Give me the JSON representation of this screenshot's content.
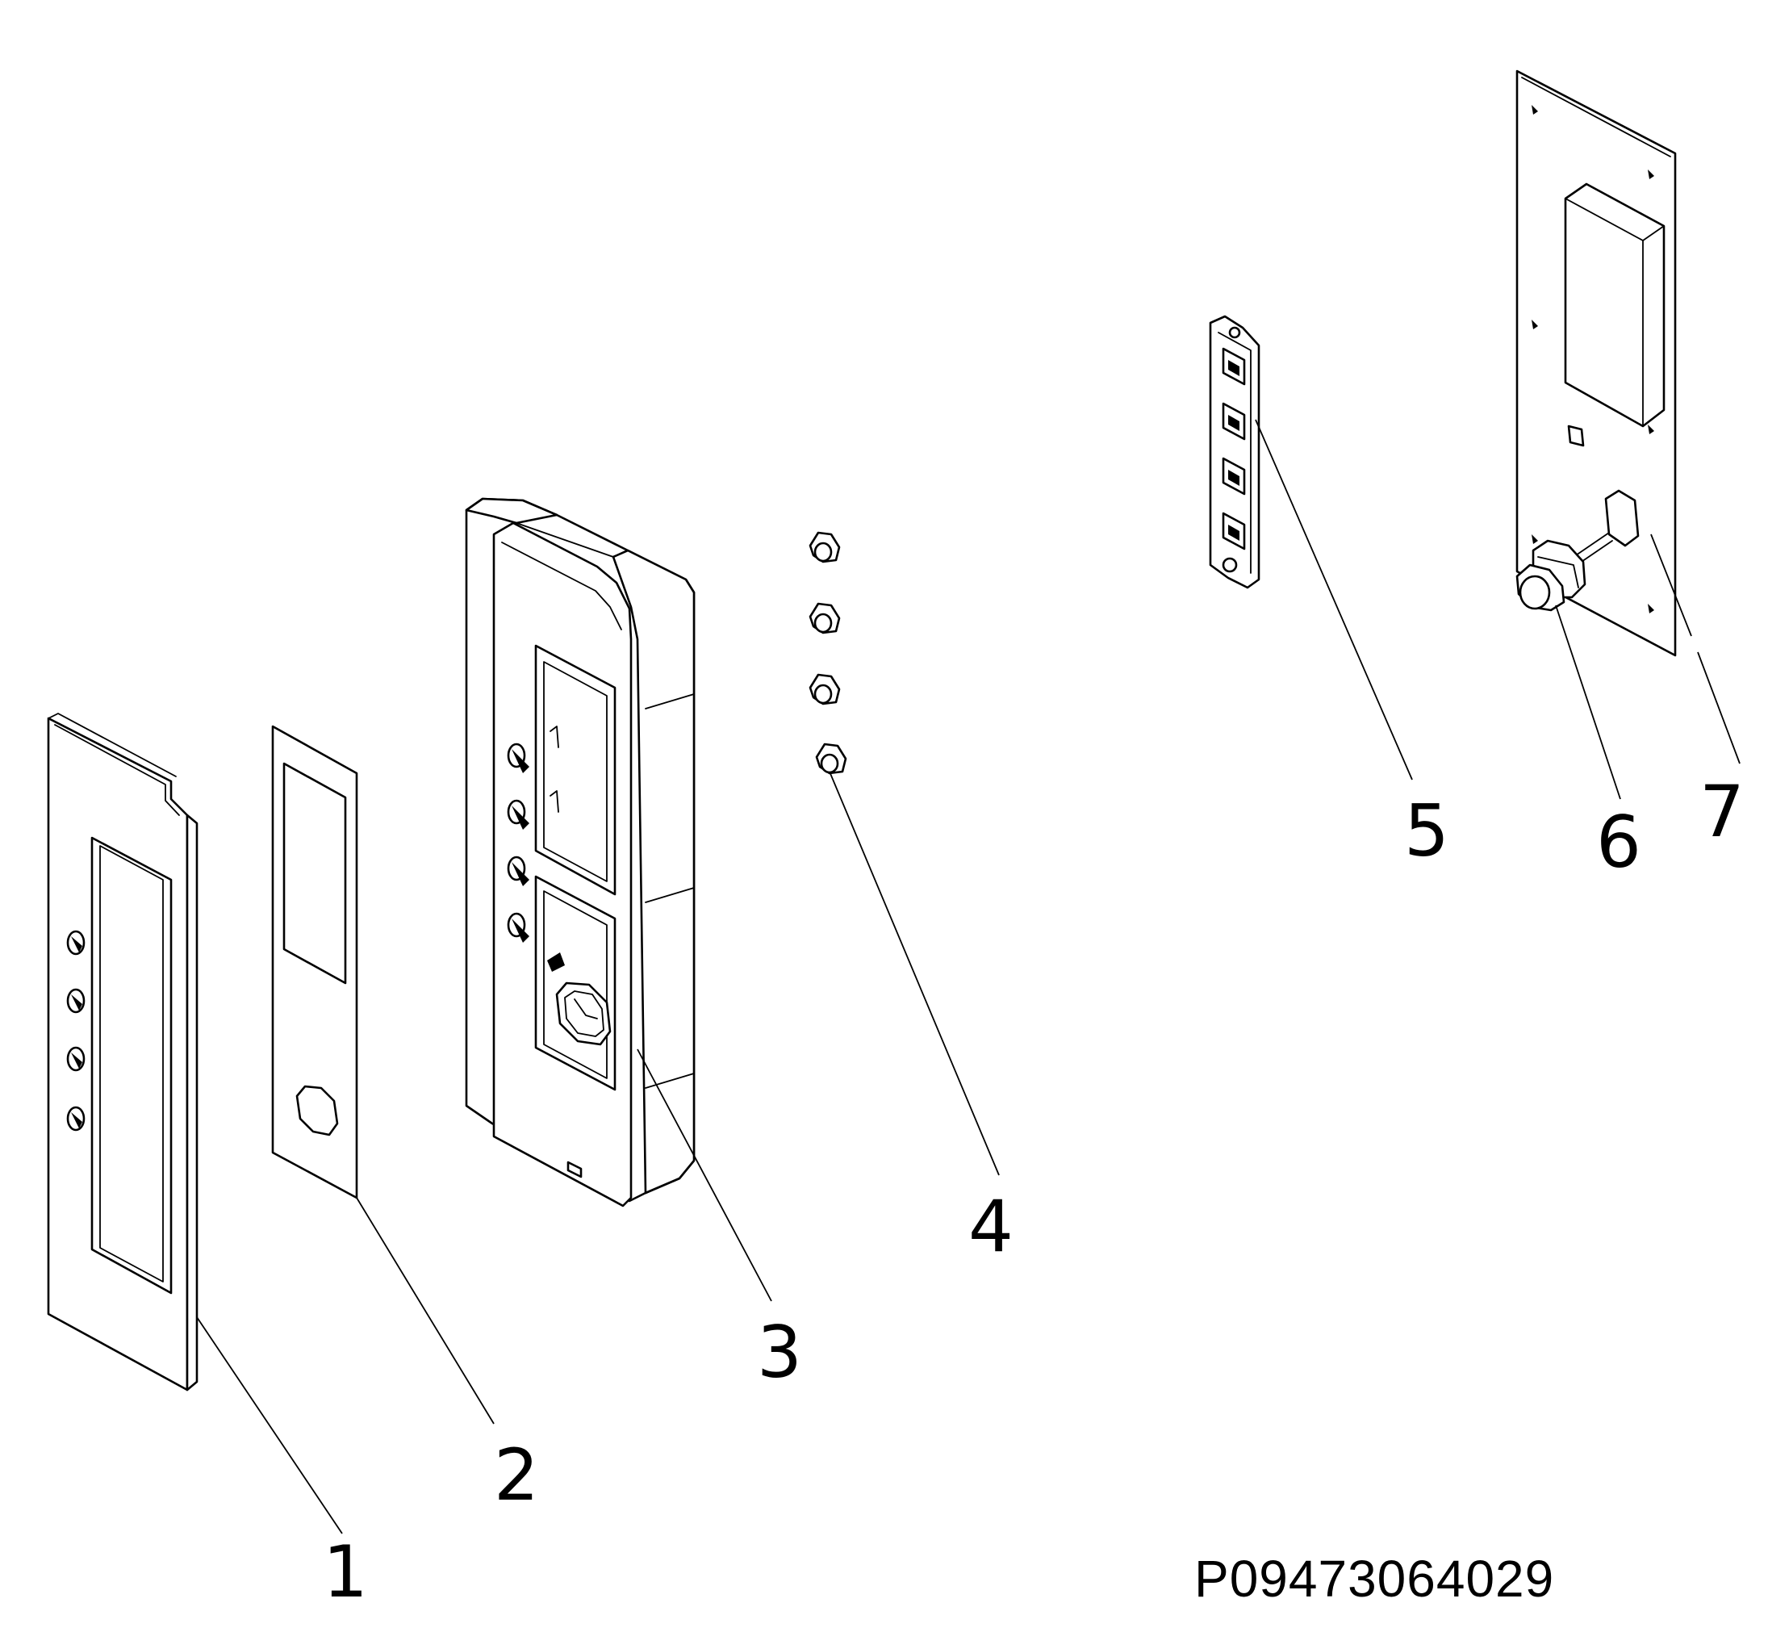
{
  "callouts": [
    "1",
    "2",
    "3",
    "4",
    "5",
    "6",
    "7"
  ],
  "document_number": "P09473064029"
}
